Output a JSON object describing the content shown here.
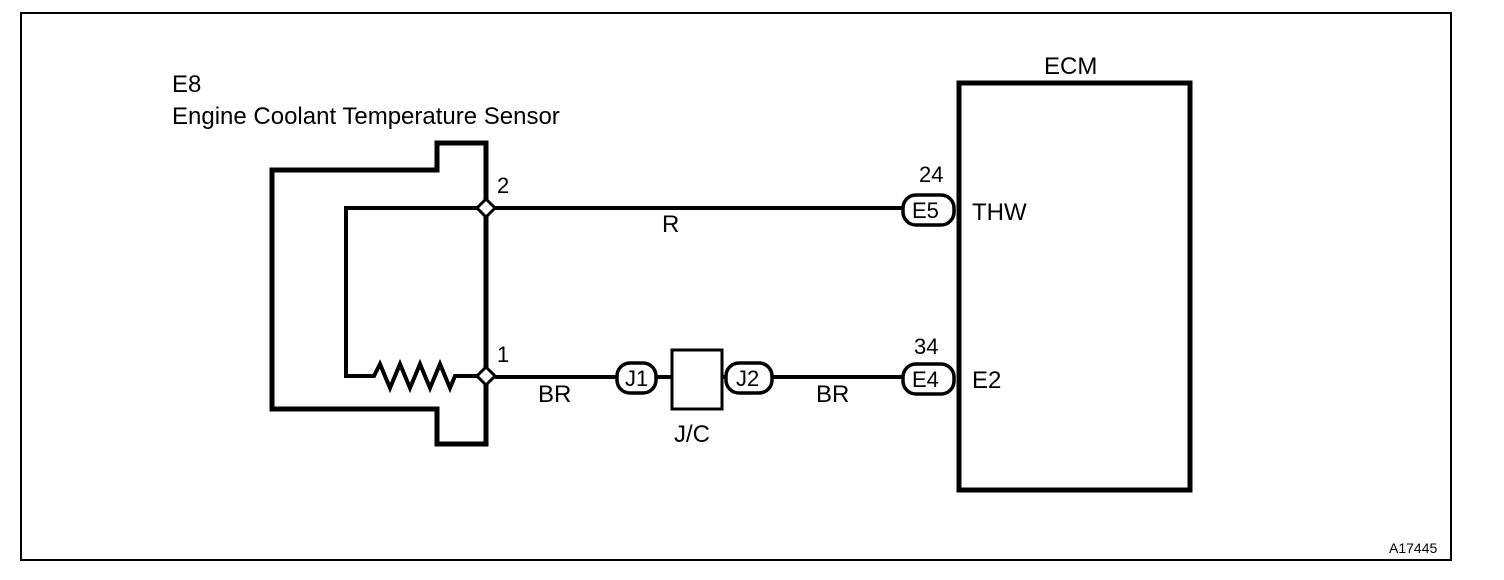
{
  "sensor": {
    "code": "E8",
    "name": "Engine Coolant Temperature Sensor",
    "pin_top": "2",
    "pin_bottom": "1"
  },
  "ecm": {
    "title": "ECM",
    "pin_thw": "24",
    "pin_e2": "34",
    "terminal_thw": "THW",
    "terminal_e2": "E2"
  },
  "connectors": {
    "ecm_top": "E5",
    "ecm_bottom": "E4",
    "jc_left": "J1",
    "jc_right": "J2"
  },
  "junction": {
    "label": "J/C"
  },
  "wires": {
    "top_color": "R",
    "bottom_left_color": "BR",
    "bottom_right_color": "BR"
  },
  "figure_id": "A17445"
}
